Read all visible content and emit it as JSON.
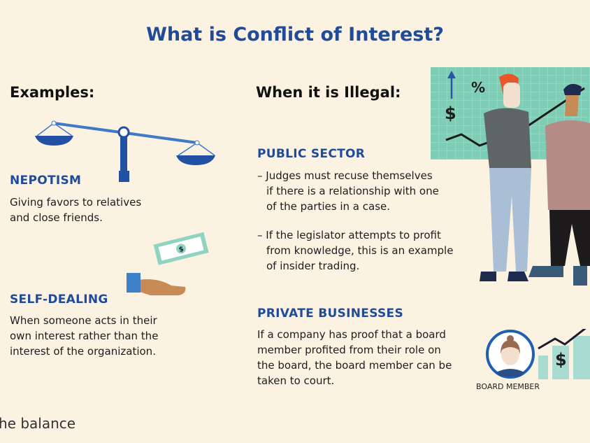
{
  "title": "What is Conflict of Interest?",
  "examples": {
    "heading": "Examples:",
    "nepotism": {
      "title": "NEPOTISM",
      "lines": [
        "Giving favors to relatives",
        "and close friends."
      ]
    },
    "self_dealing": {
      "title": "SELF-DEALING",
      "lines": [
        "When someone acts in their",
        "own interest rather than the",
        "interest of the organization."
      ]
    }
  },
  "illegal": {
    "heading": "When it is Illegal:",
    "public": {
      "title": "PUBLIC SECTOR",
      "bullets": [
        [
          "– Judges must recuse themselves",
          "if there is a relationship with one",
          "of the parties in a case."
        ],
        [
          "– If the legislator attempts to profit",
          "from knowledge, this is an example",
          "of insider trading."
        ]
      ]
    },
    "private": {
      "title": "PRIVATE BUSINESSES",
      "lines": [
        "If a company has proof that a board",
        "member profited from their role on",
        "the board, the board member can be",
        "taken to court."
      ]
    }
  },
  "illustration": {
    "chart_symbols": [
      "%",
      "$"
    ],
    "board_member_label": "BOARD MEMBER",
    "growth_symbol": "$"
  },
  "logo": "he balance",
  "colors": {
    "accent": "#1f4b99",
    "background": "#fcf2e2",
    "chart_green": "#7fcdb5"
  }
}
